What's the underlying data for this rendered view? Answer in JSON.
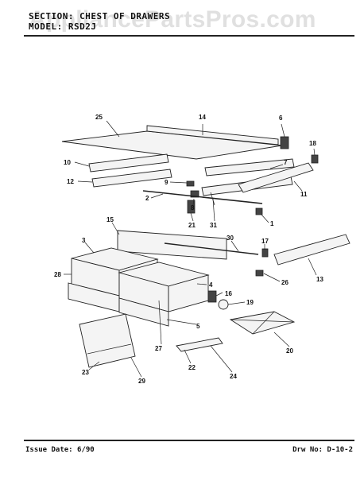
{
  "header": {
    "section_label": "SECTION:",
    "section_value": "CHEST OF DRAWERS",
    "model_label": "MODEL:",
    "model_value": "RSD2J"
  },
  "watermark": "AppliancePartsPros.com",
  "footer": {
    "issue_date": "Issue Date: 6/90",
    "drawing_number": "Drw No: D-10-2"
  },
  "callouts": {
    "c1": "1",
    "c2": "2",
    "c3": "3",
    "c4": "4",
    "c5": "5",
    "c6": "6",
    "c7": "7",
    "c8": "8",
    "c9": "9",
    "c10": "10",
    "c11": "11",
    "c12": "12",
    "c13": "13",
    "c14": "14",
    "c15": "15",
    "c16": "16",
    "c17": "17",
    "c18": "18",
    "c19": "19",
    "c20": "20",
    "c21": "21",
    "c22": "22",
    "c23": "23",
    "c24": "24",
    "c25": "25",
    "c26": "26",
    "c27": "27",
    "c28": "28",
    "c29": "29",
    "c30": "30",
    "c31": "31"
  },
  "colors": {
    "ink": "#111111",
    "watermark": "#c7c7c7"
  }
}
